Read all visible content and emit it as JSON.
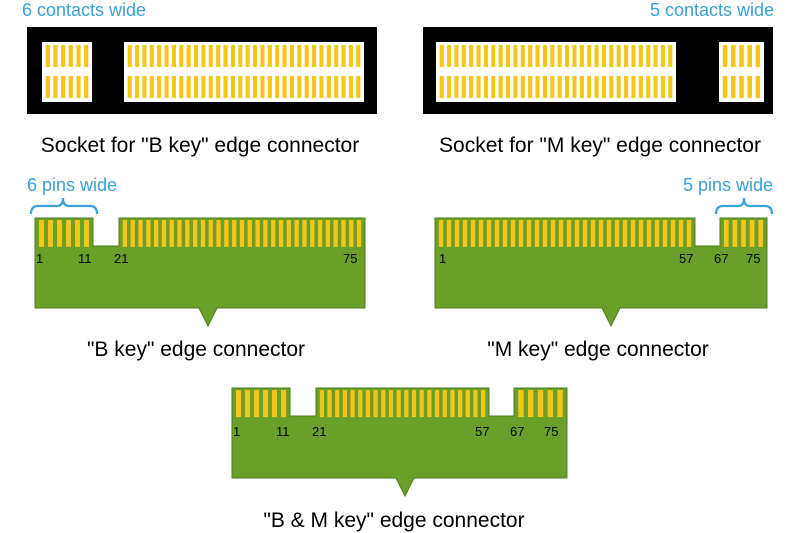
{
  "colors": {
    "socket_body": "#000000",
    "socket_slot": "#ffffff",
    "contact": "#f5c518",
    "pcb": "#6a9f2a",
    "pcb_edge": "#4f7d1c",
    "annotation": "#3aa0d8",
    "text": "#000000"
  },
  "sockets": [
    {
      "caption": "Socket for \"B key\" edge connector",
      "annotation": "6 contacts wide",
      "key_side": "left",
      "small_slot_contacts": 6,
      "large_slot_contacts": 32
    },
    {
      "caption": "Socket for \"M key\" edge connector",
      "annotation": "5 contacts wide",
      "key_side": "right",
      "small_slot_contacts": 5,
      "large_slot_contacts": 32
    }
  ],
  "connectors": [
    {
      "caption": "\"B key\" edge connector",
      "annotation": "6 pins wide",
      "pin_labels": [
        "1",
        "11",
        "21",
        "75"
      ],
      "pin_groups": [
        6,
        31
      ]
    },
    {
      "caption": "\"M key\" edge connector",
      "annotation": "5 pins wide",
      "pin_labels": [
        "1",
        "57",
        "67",
        "75"
      ],
      "pin_groups": [
        32,
        5
      ]
    },
    {
      "caption": "\"B & M key\" edge connector",
      "annotation": "",
      "pin_labels": [
        "1",
        "11",
        "21",
        "57",
        "67",
        "75"
      ],
      "pin_groups": [
        6,
        22,
        5
      ]
    }
  ]
}
